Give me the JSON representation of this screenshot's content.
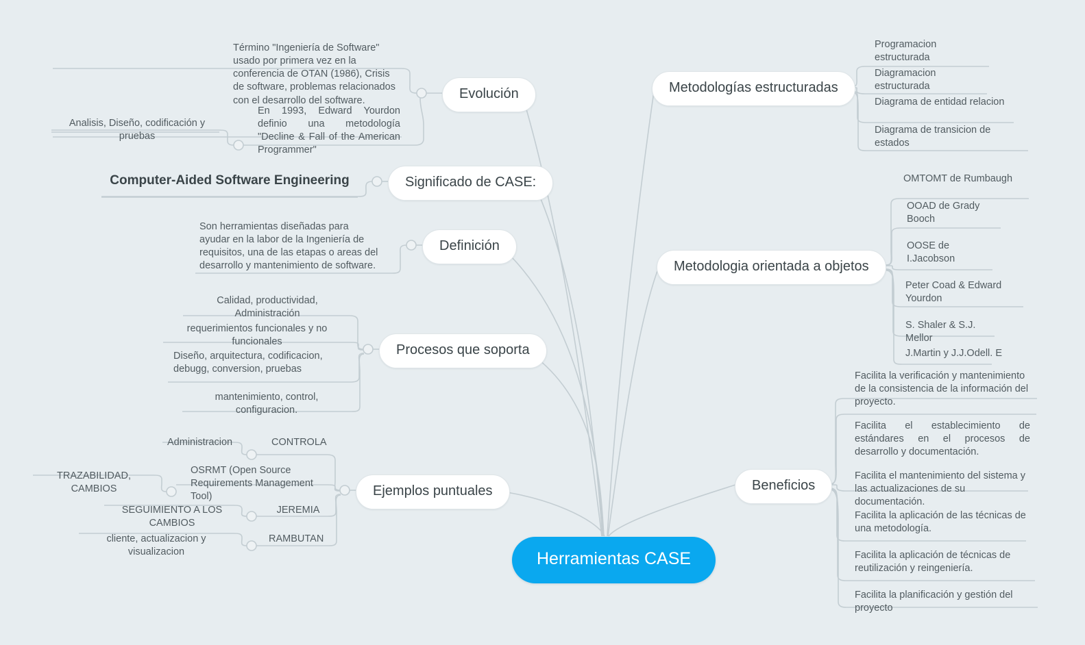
{
  "document": {
    "type": "mindmap",
    "background_color": "#e7edf0",
    "root_color": "#0aa8ef",
    "link_color": "#c3cdd2",
    "text_color": "#515b60"
  },
  "root": {
    "label": "Herramientas CASE"
  },
  "branches": [
    {
      "id": "evolucion",
      "label": "Evolución",
      "side": "left",
      "children": [
        {
          "label": "Término \"Ingeniería de Software\" usado por primera vez en la conferencia de OTAN (1986), Crisis de software, problemas relacionados con el desarrollo del software."
        },
        {
          "label": "En 1993, Edward Yourdon definio una metodología \"Decline  &  Fall  of  the  American  Programmer\"",
          "children": [
            {
              "label": "Analisis, Diseño, codificación y pruebas"
            }
          ]
        }
      ]
    },
    {
      "id": "significado",
      "label": "Significado de CASE:",
      "side": "left",
      "children": [
        {
          "label": "Computer-Aided Software Engineering"
        }
      ]
    },
    {
      "id": "definicion",
      "label": "Definición",
      "side": "left",
      "children": [
        {
          "label": "Son herramientas diseñadas para ayudar en la labor de la Ingeniería de requisitos, una de las etapas o areas del desarrollo y mantenimiento de software."
        }
      ]
    },
    {
      "id": "procesos",
      "label": "Procesos que soporta",
      "side": "left",
      "children": [
        {
          "label": "Calidad, productividad, Administración"
        },
        {
          "label": "requerimientos funcionales y no funcionales"
        },
        {
          "label": "Diseño, arquitectura, codificacion, debugg, conversion, pruebas"
        },
        {
          "label": "mantenimiento, control, configuracion."
        }
      ]
    },
    {
      "id": "ejemplos",
      "label": "Ejemplos puntuales",
      "side": "left",
      "children": [
        {
          "label": "CONTROLA",
          "children": [
            {
              "label": "Administracion"
            }
          ]
        },
        {
          "label": "OSRMT (Open Source Requirements Management Tool)",
          "children": [
            {
              "label": "TRAZABILIDAD, CAMBIOS"
            }
          ]
        },
        {
          "label": "JEREMIA",
          "children": [
            {
              "label": "SEGUIMIENTO A LOS CAMBIOS"
            }
          ]
        },
        {
          "label": "RAMBUTAN",
          "children": [
            {
              "label": "cliente, actualizacion y visualizacion"
            }
          ]
        }
      ]
    },
    {
      "id": "met-estructuradas",
      "label": "Metodologías estructuradas",
      "side": "right",
      "children": [
        {
          "label": "Programacion estructurada"
        },
        {
          "label": "Diagramacion estructurada"
        },
        {
          "label": "Diagrama de entidad relacion"
        },
        {
          "label": "Diagrama de transicion de estados"
        }
      ]
    },
    {
      "id": "met-objetos",
      "label": "Metodologia orientada a objetos",
      "side": "right",
      "children": [
        {
          "label": "OMTOMT  de  Rumbaugh"
        },
        {
          "label": "OOAD  de  Grady Booch"
        },
        {
          "label": "OOSE  de I.Jacobson"
        },
        {
          "label": "Peter  Coad  &  Edward Yourdon"
        },
        {
          "label": "S. Shaler & S.J. Mellor"
        },
        {
          "label": "J.Martin y J.J.Odell. E"
        }
      ]
    },
    {
      "id": "beneficios",
      "label": "Beneficios",
      "side": "right",
      "children": [
        {
          "label": "Facilita la verificación y mantenimiento de la consistencia de la información del proyecto."
        },
        {
          "label": "Facilita  el  establecimiento  de  estándares  en  el  procesos  de  desarrollo  y  documentación."
        },
        {
          "label": "Facilita el mantenimiento del sistema y las actualizaciones de su documentación."
        },
        {
          "label": "Facilita la aplicación de las técnicas de una metodología."
        },
        {
          "label": "Facilita la aplicación de técnicas de reutilización y reingeniería."
        },
        {
          "label": "Facilita la planificación y gestión del proyecto"
        }
      ]
    }
  ]
}
